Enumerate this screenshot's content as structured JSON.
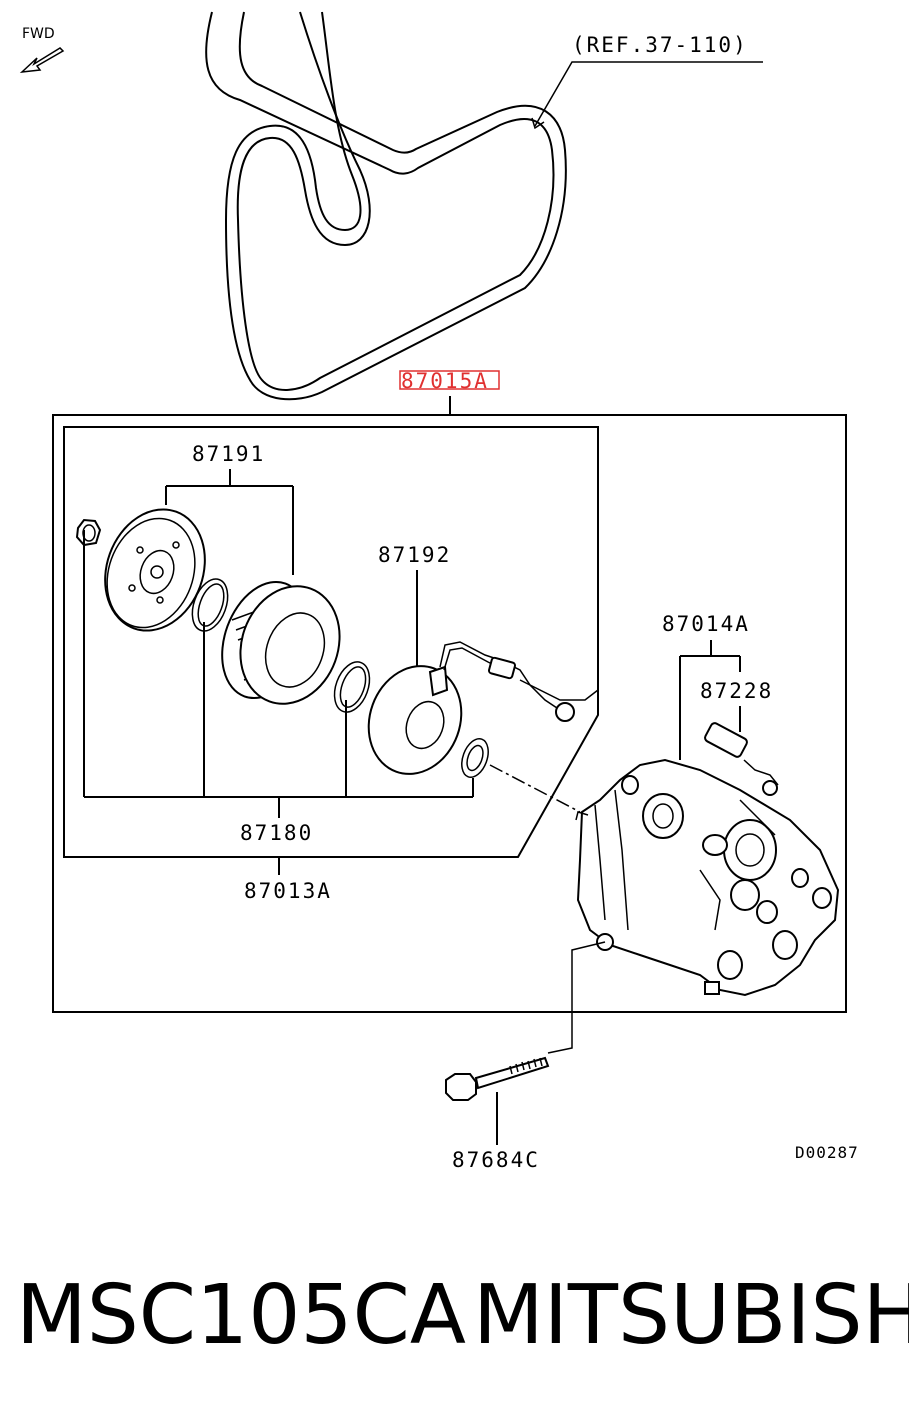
{
  "direction_label": "FWD",
  "belt_ref": "(REF.37-110)",
  "labels": {
    "assembly": "87015A",
    "clutch_plate_group": "87191",
    "field_coil": "87192",
    "clutch_kit": "87180",
    "clutch_assembly": "87013A",
    "compressor_assembly": "87014A",
    "switch_sensor": "87228",
    "bolt": "87684C"
  },
  "drawing_code": "D00287",
  "caption": {
    "model": "MSC105CA",
    "brand": "MITSUBISHI"
  },
  "highlight_color": "#e03030"
}
